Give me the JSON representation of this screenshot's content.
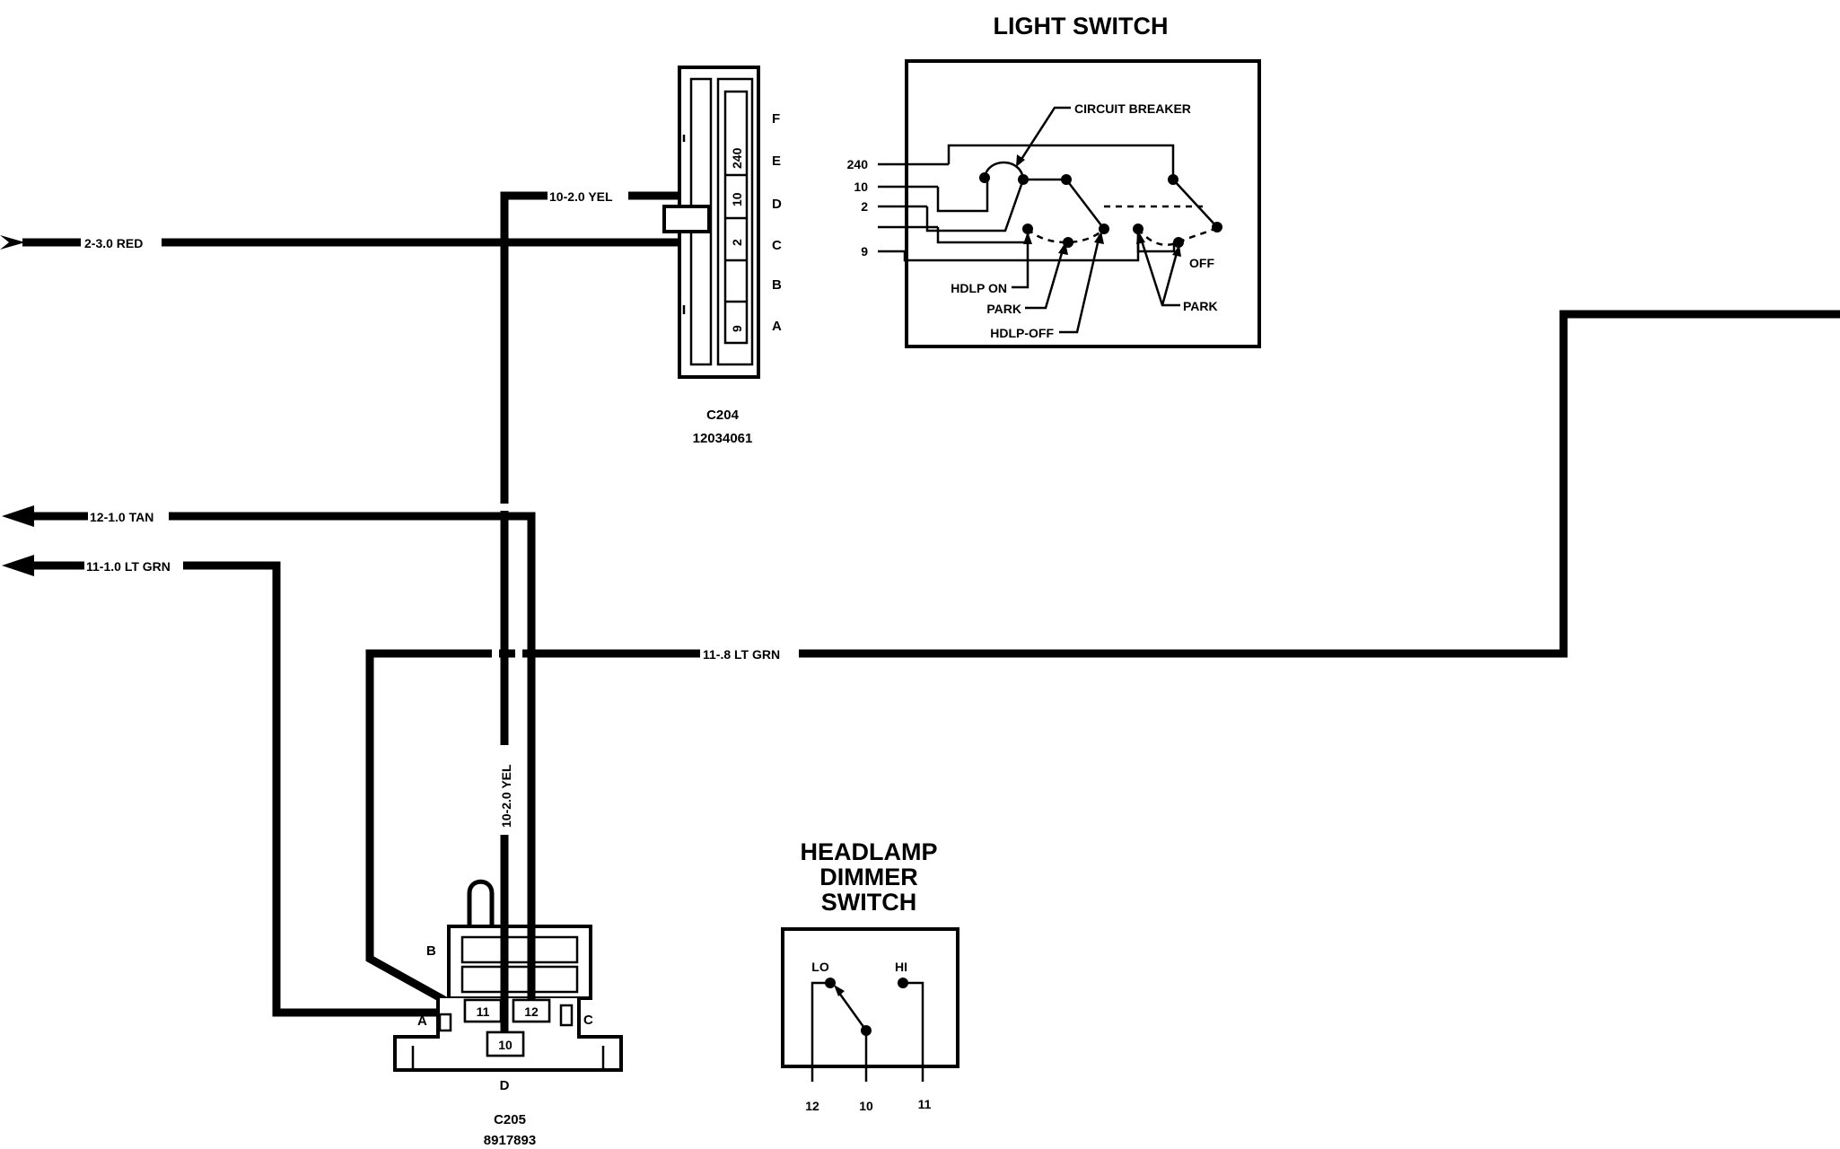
{
  "light_switch": {
    "title": "LIGHT SWITCH",
    "circuit_breaker": "CIRCUIT BREAKER",
    "terminals": [
      "240",
      "10",
      "2",
      "9"
    ],
    "hdlp_on": "HDLP ON",
    "park_left": "PARK",
    "hdlp_off": "HDLP-OFF",
    "off": "OFF",
    "park_right": "PARK"
  },
  "c204": {
    "id": "C204",
    "part": "12034061",
    "pins": [
      "F",
      "E",
      "D",
      "C",
      "B",
      "A"
    ],
    "cavities": [
      "240",
      "10",
      "2",
      "9"
    ]
  },
  "c205": {
    "id": "C205",
    "part": "8917893",
    "letters": [
      "B",
      "A",
      "C",
      "D"
    ],
    "cavities": [
      "11",
      "12",
      "10"
    ]
  },
  "dimmer_switch": {
    "title_line1": "HEADLAMP",
    "title_line2": "DIMMER",
    "title_line3": "SWITCH",
    "lo": "LO",
    "hi": "HI",
    "terminals": [
      "12",
      "10",
      "11"
    ]
  },
  "wires": {
    "red": "2-3.0 RED",
    "yel_top": "10-2.0 YEL",
    "tan": "12-1.0 TAN",
    "ltgrn_1": "11-1.0 LT GRN",
    "ltgrn_2": "11-.8 LT GRN",
    "yel_vertical": "10-2.0 YEL"
  }
}
